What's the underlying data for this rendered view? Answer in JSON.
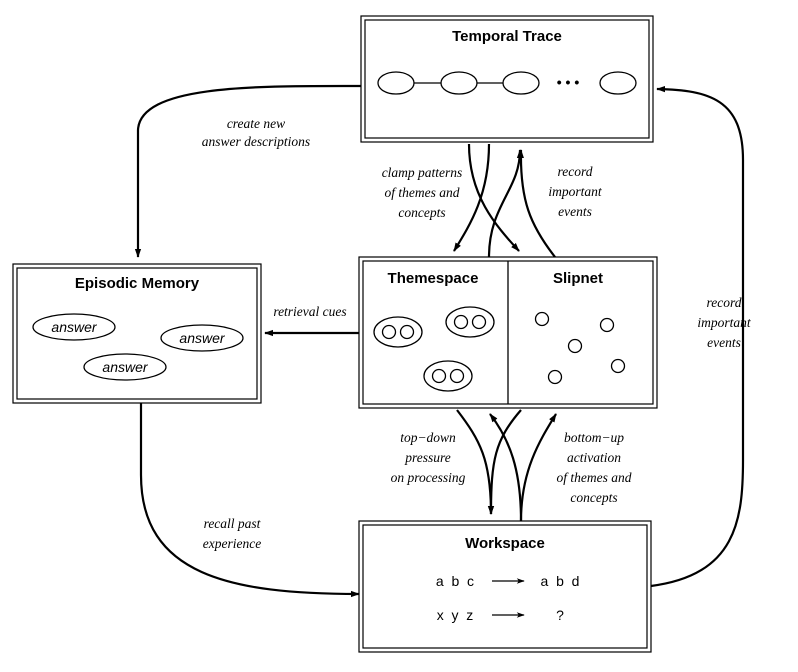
{
  "boxes": {
    "temporal_trace": "Temporal Trace",
    "episodic_memory": "Episodic Memory",
    "themespace": "Themespace",
    "slipnet": "Slipnet",
    "workspace": "Workspace"
  },
  "temporal_trace_ellipsis": "• • •",
  "answers": [
    "answer",
    "answer",
    "answer"
  ],
  "workspace_rows": [
    {
      "left": "a  b  c",
      "right": "a  b  d"
    },
    {
      "left": "x  y  z",
      "right": "?"
    }
  ],
  "labels": {
    "create_new": [
      "create new",
      "answer descriptions"
    ],
    "clamp_patterns": [
      "clamp patterns",
      "of themes and",
      "concepts"
    ],
    "record_center": [
      "record",
      "important",
      "events"
    ],
    "retrieval_cues": "retrieval cues",
    "record_right": [
      "record",
      "important",
      "events"
    ],
    "top_down": [
      "top−down",
      "pressure",
      "on processing"
    ],
    "bottom_up": [
      "bottom−up",
      "activation",
      "of themes and",
      "concepts"
    ],
    "recall_past": [
      "recall past",
      "experience"
    ]
  }
}
